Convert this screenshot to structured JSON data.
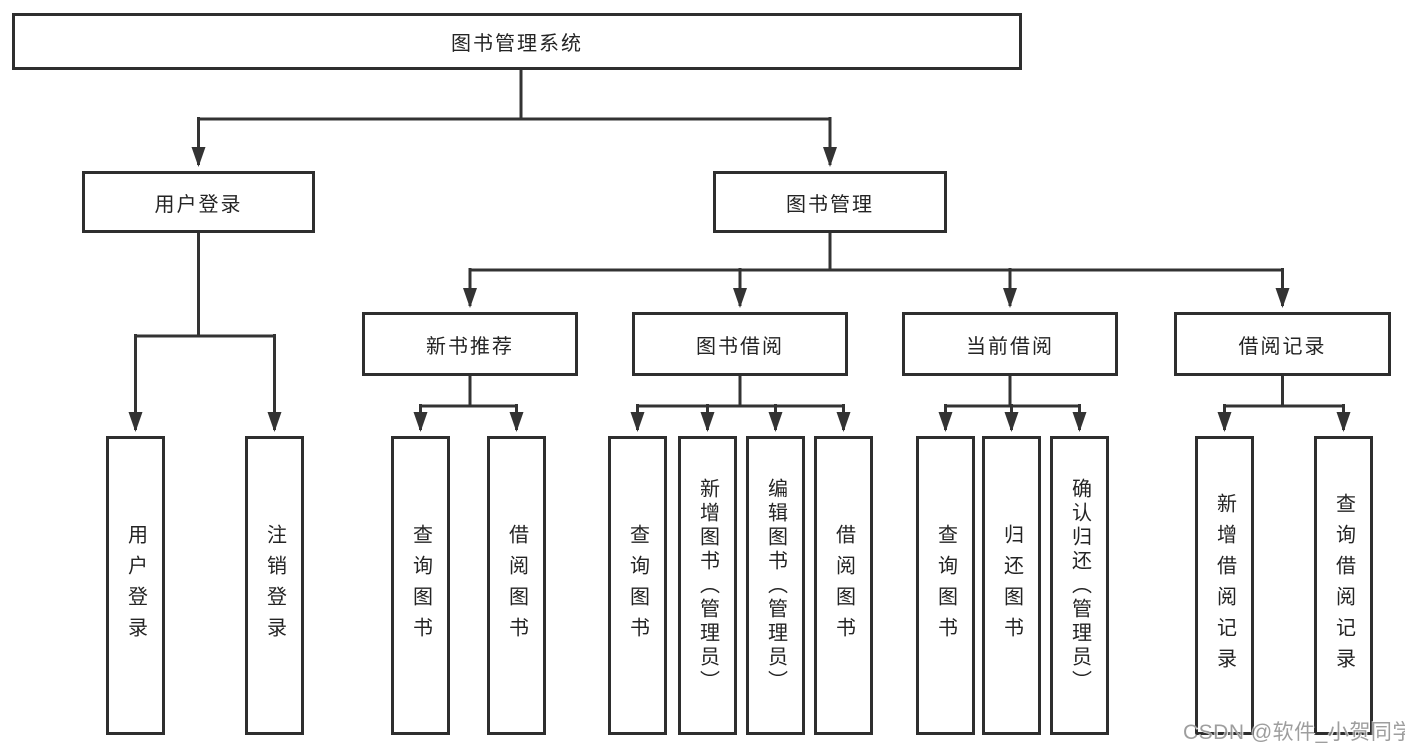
{
  "tree": {
    "root": "图书管理系统",
    "children": [
      {
        "label": "用户登录",
        "children": [
          "用户登录",
          "注销登录"
        ]
      },
      {
        "label": "图书管理",
        "children": [
          {
            "label": "新书推荐",
            "children": [
              "查询图书",
              "借阅图书"
            ]
          },
          {
            "label": "图书借阅",
            "children": [
              "查询图书",
              "新增图书（管理员）",
              "编辑图书（管理员）",
              "借阅图书"
            ]
          },
          {
            "label": "当前借阅",
            "children": [
              "查询图书",
              "归还图书",
              "确认归还（管理员）"
            ]
          },
          {
            "label": "借阅记录",
            "children": [
              "新增借阅记录",
              "查询借阅记录"
            ]
          }
        ]
      }
    ]
  },
  "watermark": "CSDN @软件_小贺同学",
  "colors": {
    "line": "#333333",
    "box_border": "#2e2e2e",
    "text": "#242424",
    "background": "#ffffff",
    "watermark": "#7d7d7d"
  }
}
